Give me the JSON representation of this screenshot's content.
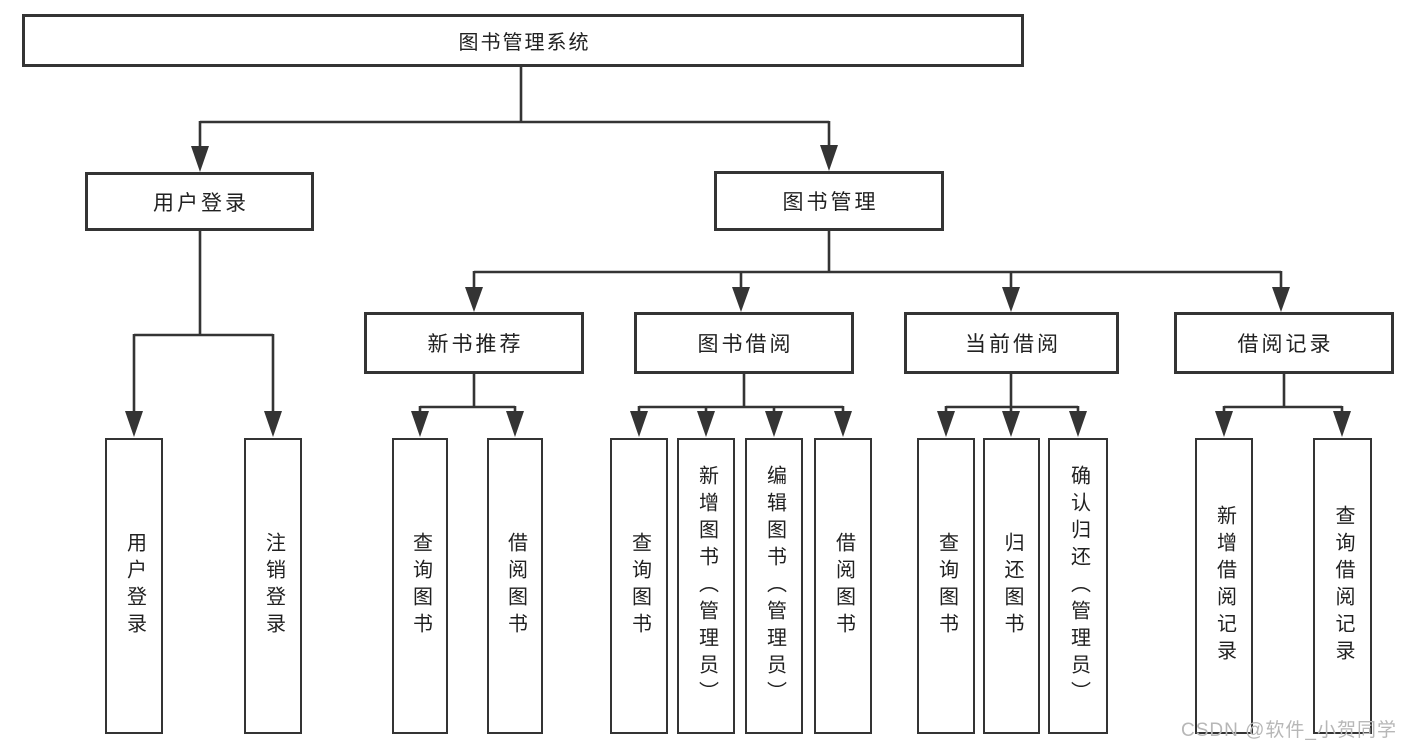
{
  "diagram": {
    "type": "hierarchy",
    "tree": {
      "root": {
        "label": "图书管理系统",
        "children": [
          {
            "label": "用户登录",
            "children": [
              {
                "label": "用户登录"
              },
              {
                "label": "注销登录"
              }
            ]
          },
          {
            "label": "图书管理",
            "children": [
              {
                "label": "新书推荐",
                "children": [
                  {
                    "label": "查询图书"
                  },
                  {
                    "label": "借阅图书"
                  }
                ]
              },
              {
                "label": "图书借阅",
                "children": [
                  {
                    "label": "查询图书"
                  },
                  {
                    "label": "新增图书（管理员）"
                  },
                  {
                    "label": "编辑图书（管理员）"
                  },
                  {
                    "label": "借阅图书"
                  }
                ]
              },
              {
                "label": "当前借阅",
                "children": [
                  {
                    "label": "查询图书"
                  },
                  {
                    "label": "归还图书"
                  },
                  {
                    "label": "确认归还（管理员）"
                  }
                ]
              },
              {
                "label": "借阅记录",
                "children": [
                  {
                    "label": "新增借阅记录"
                  },
                  {
                    "label": "查询借阅记录"
                  }
                ]
              }
            ]
          }
        ]
      }
    },
    "colors": {
      "line": "#343434",
      "box_border": "#343434",
      "text": "#212121",
      "watermark": "#b7b7b7",
      "background": "#ffffff"
    }
  },
  "watermark": {
    "text": "CSDN @软件_小贺同学"
  }
}
